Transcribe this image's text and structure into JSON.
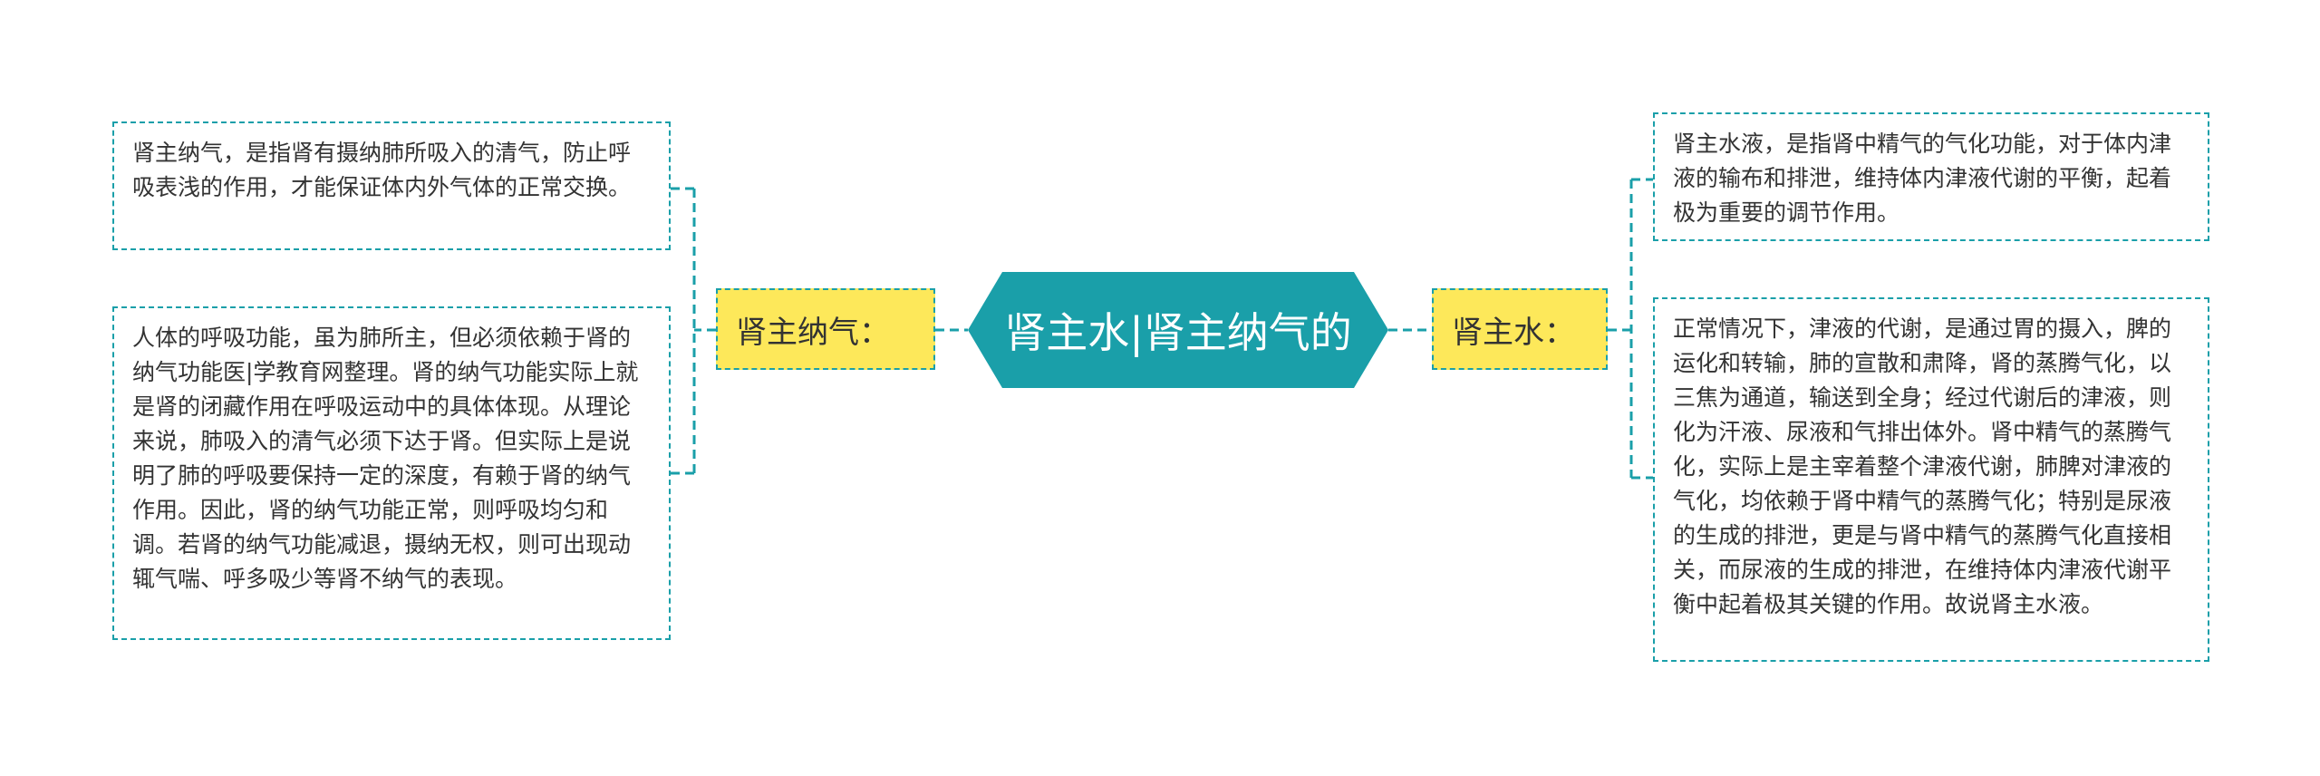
{
  "central": {
    "title": "肾主水|肾主纳气的"
  },
  "left_branch": {
    "label": "肾主纳气：",
    "leaves": [
      {
        "text": "肾主纳气，是指肾有摄纳肺所吸入的清气，防止呼吸表浅的作用，才能保证体内外气体的正常交换。"
      },
      {
        "text": "人体的呼吸功能，虽为肺所主，但必须依赖于肾的纳气功能医|学教育网整理。肾的纳气功能实际上就是肾的闭藏作用在呼吸运动中的具体体现。从理论来说，肺吸入的清气必须下达于肾。但实际上是说明了肺的呼吸要保持一定的深度，有赖于肾的纳气作用。因此，肾的纳气功能正常，则呼吸均匀和调。若肾的纳气功能减退，摄纳无权，则可出现动辄气喘、呼多吸少等肾不纳气的表现。"
      }
    ]
  },
  "right_branch": {
    "label": "肾主水：",
    "leaves": [
      {
        "text": "肾主水液，是指肾中精气的气化功能，对于体内津液的输布和排泄，维持体内津液代谢的平衡，起着极为重要的调节作用。"
      },
      {
        "text": "正常情况下，津液的代谢，是通过胃的摄入，脾的运化和转输，肺的宣散和肃降，肾的蒸腾气化，以三焦为通道，输送到全身；经过代谢后的津液，则化为汗液、尿液和气排出体外。肾中精气的蒸腾气化，实际上是主宰着整个津液代谢，肺脾对津液的气化，均依赖于肾中精气的蒸腾气化；特别是尿液的生成的排泄，更是与肾中精气的蒸腾气化直接相关，而尿液的生成的排泄，在维持体内津液代谢平衡中起着极其关键的作用。故说肾主水液。"
      }
    ]
  },
  "colors": {
    "accent": "#1a9fa9",
    "branch_fill": "#fde85a",
    "text": "#333333"
  }
}
